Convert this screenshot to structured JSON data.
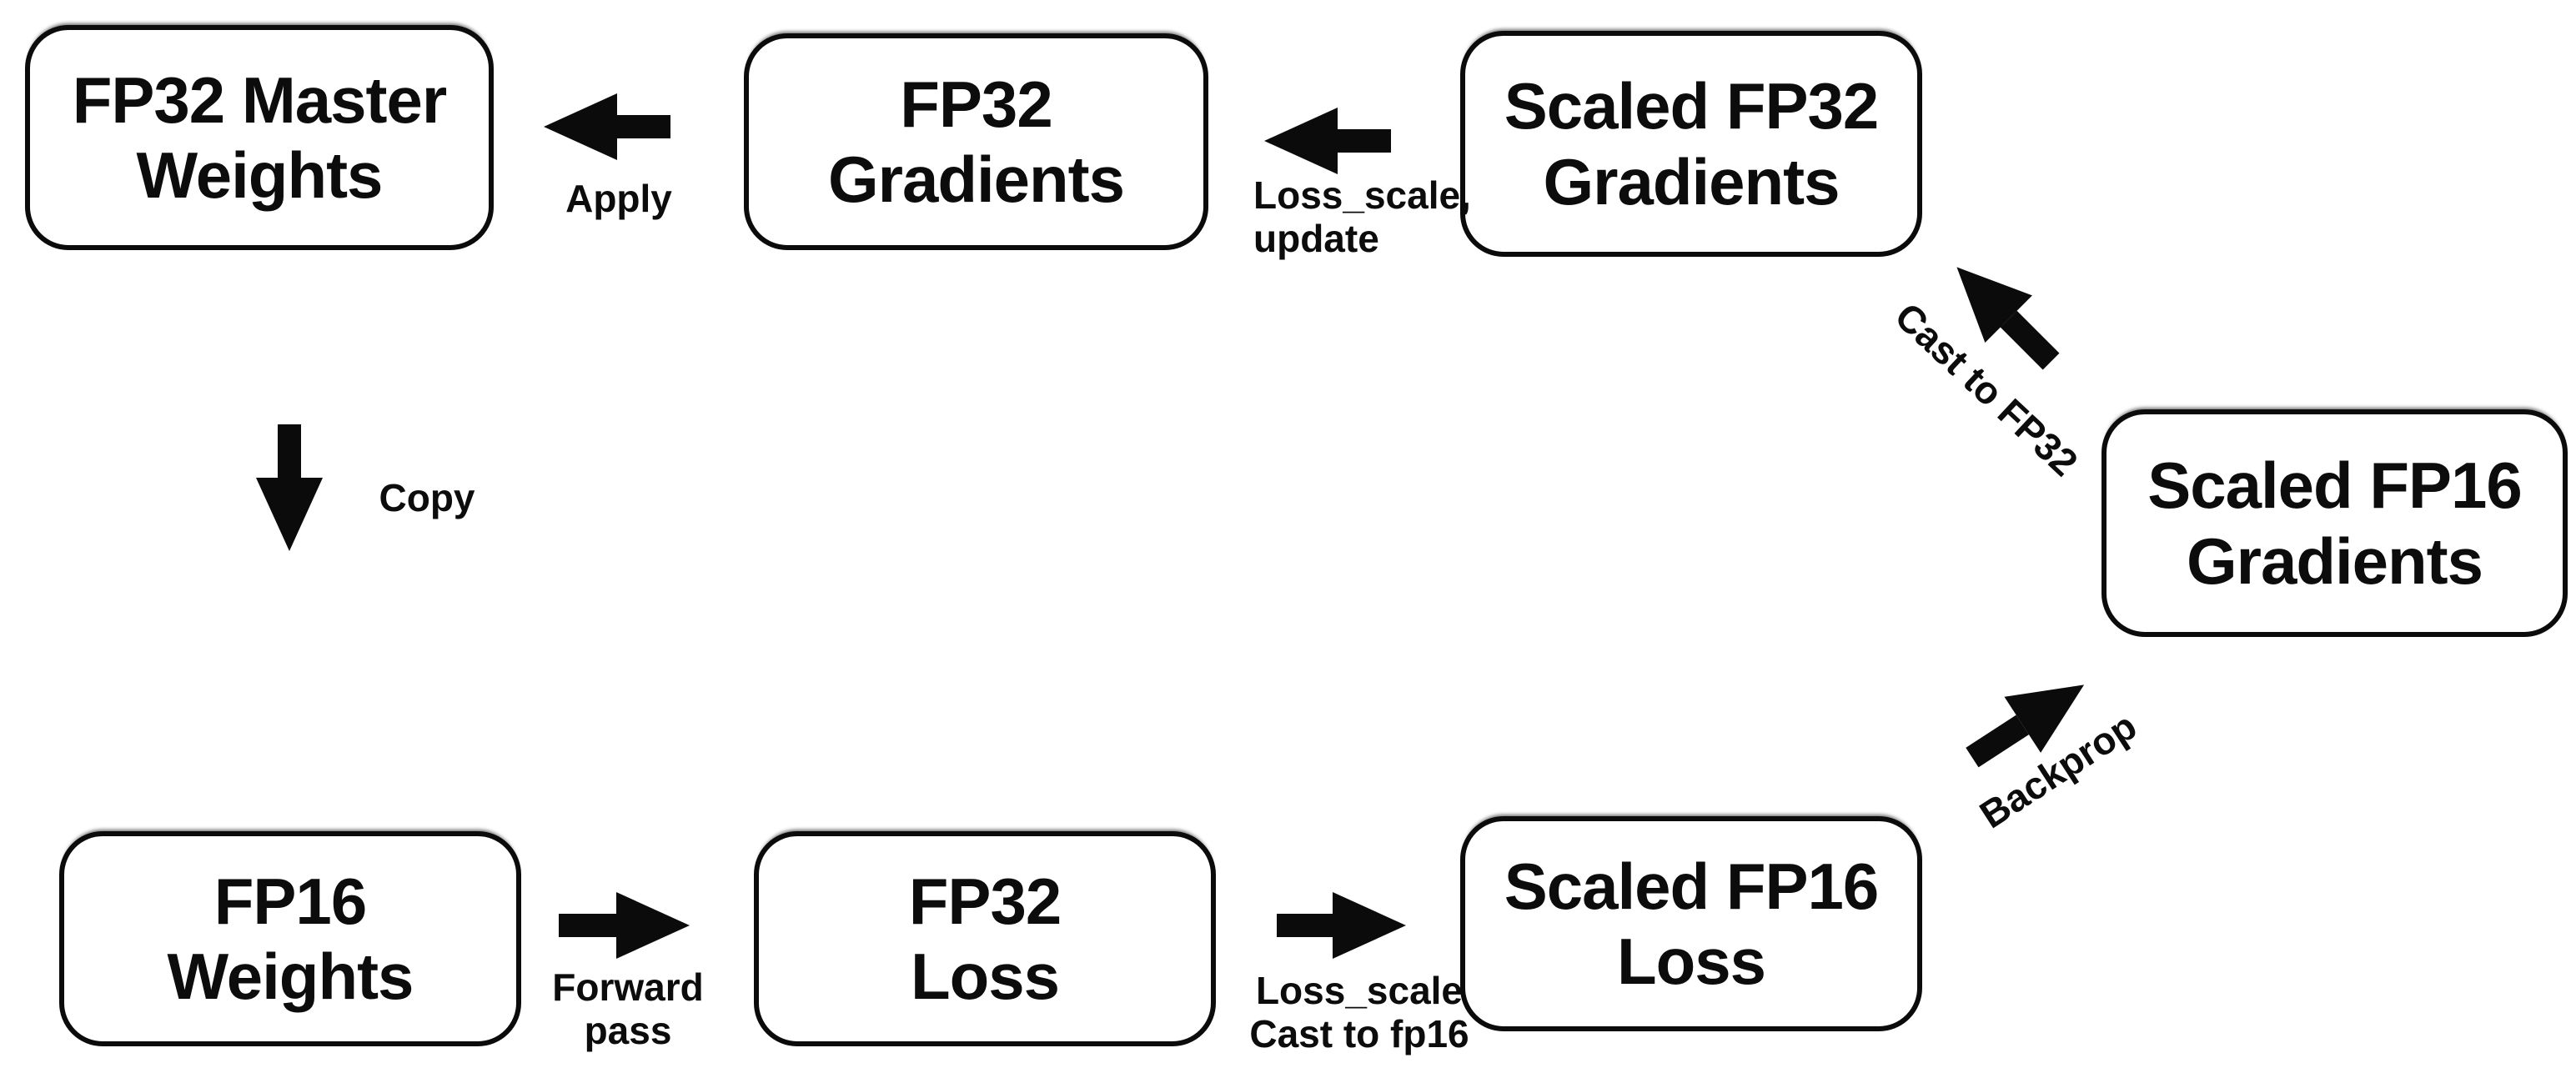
{
  "diagram": {
    "type": "flow-diagram",
    "background": "#ffffff",
    "stroke_color": "#0b0b0b",
    "text_color": "#0c0c0c",
    "nodes": [
      {
        "id": "fp32-master-weights",
        "label": "FP32 Master\nWeights"
      },
      {
        "id": "fp32-gradients",
        "label": "FP32\nGradients"
      },
      {
        "id": "scaled-fp32-gradients",
        "label": "Scaled FP32\nGradients"
      },
      {
        "id": "scaled-fp16-gradients",
        "label": "Scaled FP16\nGradients"
      },
      {
        "id": "fp16-weights",
        "label": "FP16\nWeights"
      },
      {
        "id": "fp32-loss",
        "label": "FP32\nLoss"
      },
      {
        "id": "scaled-fp16-loss",
        "label": "Scaled FP16\nLoss"
      }
    ],
    "edges": [
      {
        "id": "apply",
        "label": "Apply",
        "from": "fp32-gradients",
        "to": "fp32-master-weights",
        "direction": "left"
      },
      {
        "id": "loss-scale-update",
        "label": "Loss_scale,\nupdate",
        "from": "scaled-fp32-gradients",
        "to": "fp32-gradients",
        "direction": "left"
      },
      {
        "id": "cast-to-fp32",
        "label": "Cast to FP32",
        "from": "scaled-fp16-gradients",
        "to": "scaled-fp32-gradients",
        "direction": "up-left"
      },
      {
        "id": "copy",
        "label": "Copy",
        "from": "fp32-master-weights",
        "to": "fp16-weights",
        "direction": "down"
      },
      {
        "id": "forward-pass",
        "label": "Forward\npass",
        "from": "fp16-weights",
        "to": "fp32-loss",
        "direction": "right"
      },
      {
        "id": "loss-scale-cast",
        "label": "Loss_scale\nCast to fp16",
        "from": "fp32-loss",
        "to": "scaled-fp16-loss",
        "direction": "right"
      },
      {
        "id": "backprop",
        "label": "Backprop",
        "from": "scaled-fp16-loss",
        "to": "scaled-fp16-gradients",
        "direction": "up-right"
      }
    ]
  }
}
